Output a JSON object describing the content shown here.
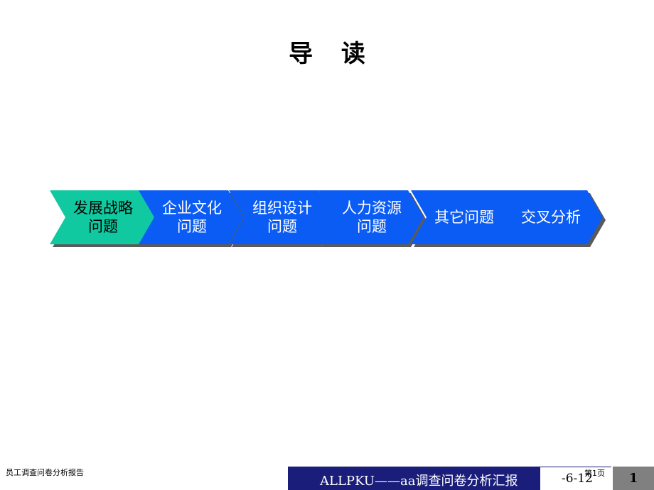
{
  "slide": {
    "title": "导 读"
  },
  "steps": [
    {
      "label": "发展战略\n问题",
      "active": true
    },
    {
      "label": "企业文化\n问题",
      "active": false
    },
    {
      "label": "组织设计\n问题",
      "active": false
    },
    {
      "label": "人力资源\n问题",
      "active": false
    },
    {
      "label": "其它问题",
      "active": false
    },
    {
      "label": "交叉分析",
      "active": false
    }
  ],
  "colors": {
    "active_fill": "#10c9a0",
    "step_fill": "#0a5cf5",
    "shadow": "#5a5a5a",
    "footer_bar": "#1a1d7a",
    "footer_page_box": "#808080"
  },
  "footer": {
    "left_text": "员工调查问卷分析报告",
    "center_text": "ALLPKU——aa调查问卷分析汇报",
    "date": "-6-12",
    "page_label": "第1页",
    "page_number": "1"
  }
}
